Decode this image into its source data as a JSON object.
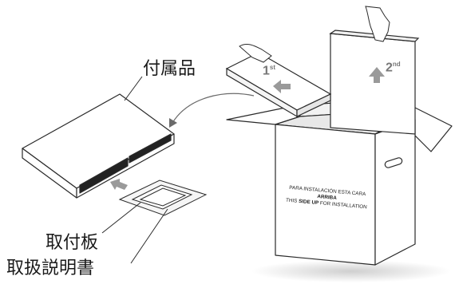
{
  "labels": {
    "accessories": "付属品",
    "mounting_plate": "取付板",
    "manual": "取扱説明書"
  },
  "steps": {
    "first": "1",
    "first_suffix": "st",
    "second": "2",
    "second_suffix": "nd"
  },
  "box_print": {
    "line1": "PARA INSTALACIÓN ESTA CARA",
    "line2": "ARRIBA",
    "line3_a": "THIS ",
    "line3_b": "SIDE UP",
    "line3_c": " FOR INSTALLATION"
  },
  "colors": {
    "line": "#2a2a2a",
    "arrow_fill": "#9a9a9a",
    "box_face": "#ffffff",
    "shadow": "#d9d9d9"
  }
}
